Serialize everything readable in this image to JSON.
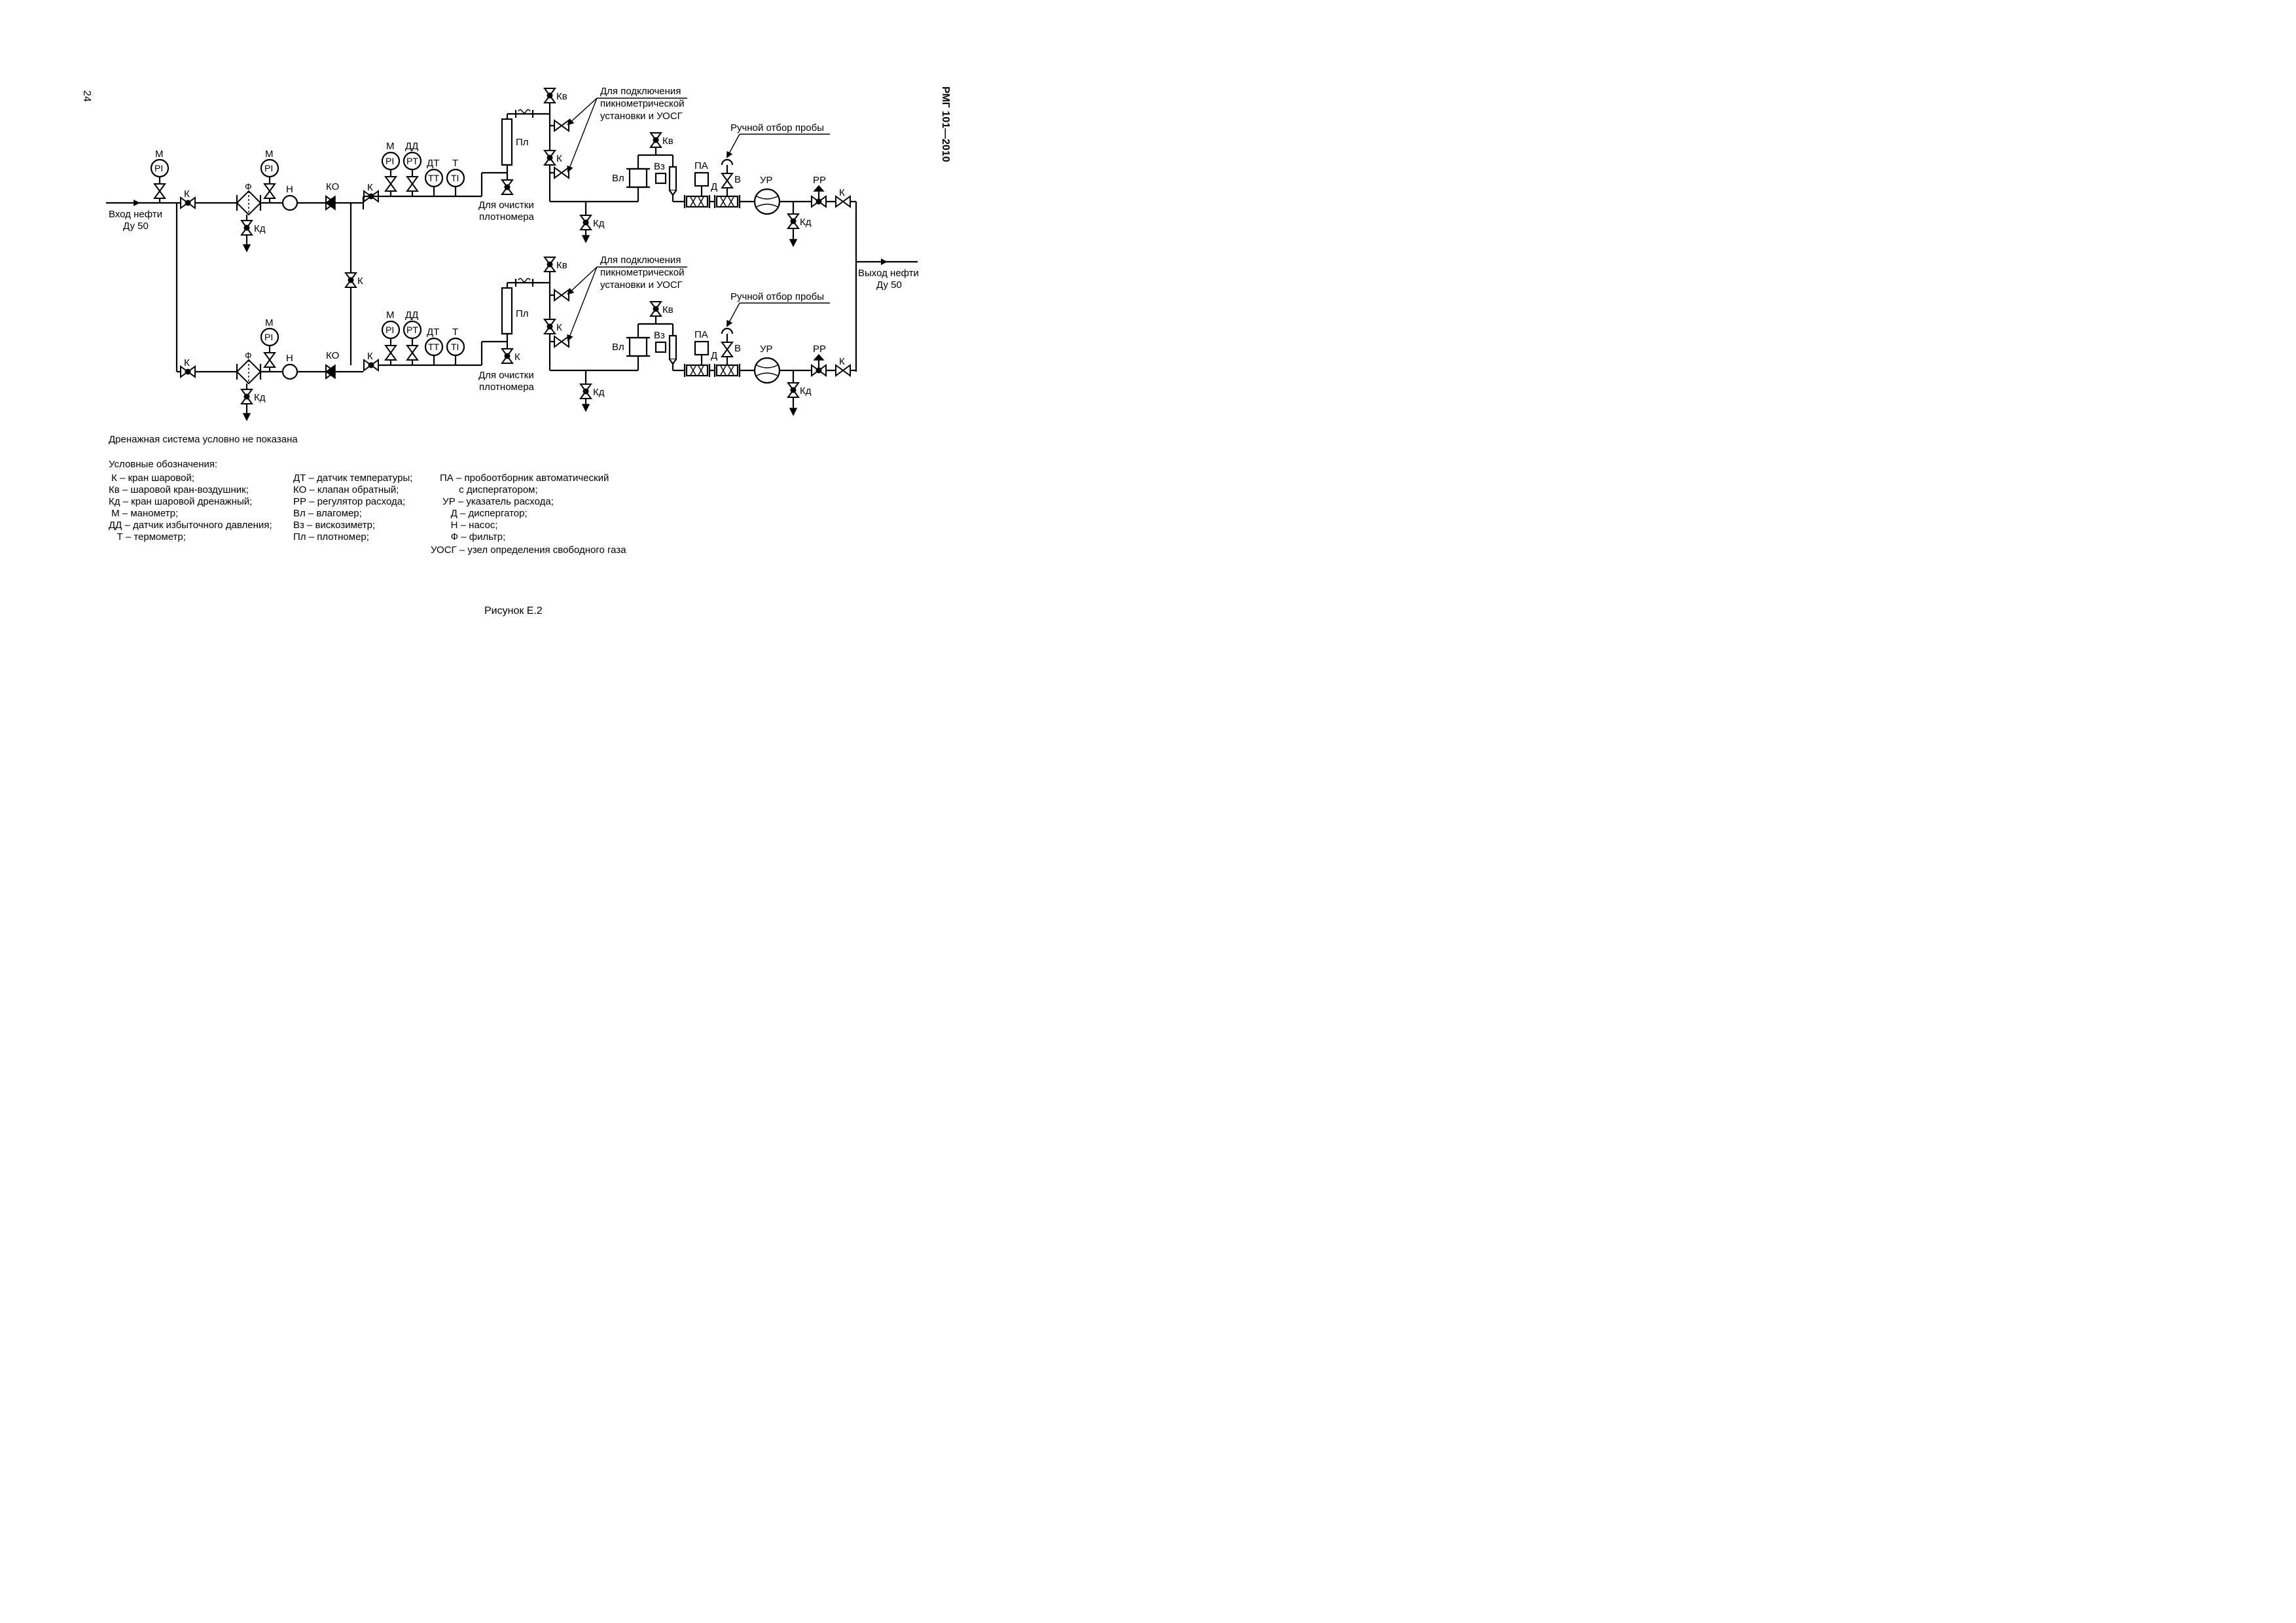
{
  "page": {
    "number": "24",
    "standard": "РМГ 101—2010"
  },
  "figure": {
    "caption": "Рисунок Е.2"
  },
  "labels": {
    "inlet": [
      "Вход нефти",
      "Ду 50"
    ],
    "outlet": [
      "Выход нефти",
      "Ду 50"
    ],
    "cleaning": [
      "Для очистки",
      "плотномера"
    ],
    "connection": [
      "Для подключения",
      "пикнометрической",
      "установки и УОСГ"
    ],
    "manual_sample": "Ручной отбор пробы",
    "M": "М",
    "PI": "PI",
    "PT": "PT",
    "TT": "TT",
    "TI": "TI",
    "DD": "ДД",
    "DT": "ДТ",
    "T": "Т",
    "K": "К",
    "Kv": "Кв",
    "Kd": "Кд",
    "F": "Ф",
    "N": "Н",
    "KO": "КО",
    "Pl": "Пл",
    "Vl": "Вл",
    "Vz": "Вз",
    "PA": "ПА",
    "D": "Д",
    "V": "В",
    "UR": "УР",
    "RR": "РР"
  },
  "notes": {
    "drainage": "Дренажная система условно не показана",
    "legend_title": "Условные обозначения:"
  },
  "legend": {
    "col1": [
      " К – кран шаровой;",
      "Кв – шаровой кран-воздушник;",
      "Кд – кран шаровой дренажный;",
      " М – манометр;",
      "ДД – датчик избыточного давления;",
      "   Т – термометр;"
    ],
    "col2": [
      "ДТ – датчик температуры;",
      "КО – клапан обратный;",
      "РР – регулятор расхода;",
      "Вл – влагомер;",
      "Вз – вискозиметр;",
      "Пл – плотномер;"
    ],
    "col3": [
      "ПА – пробоотборник автоматический",
      "       с диспергатором;",
      " УР – указатель расхода;",
      "    Д – диспергатор;",
      "    Н – насос;",
      "    Ф – фильтр;",
      "УОСГ – узел определения свободного газа"
    ]
  }
}
